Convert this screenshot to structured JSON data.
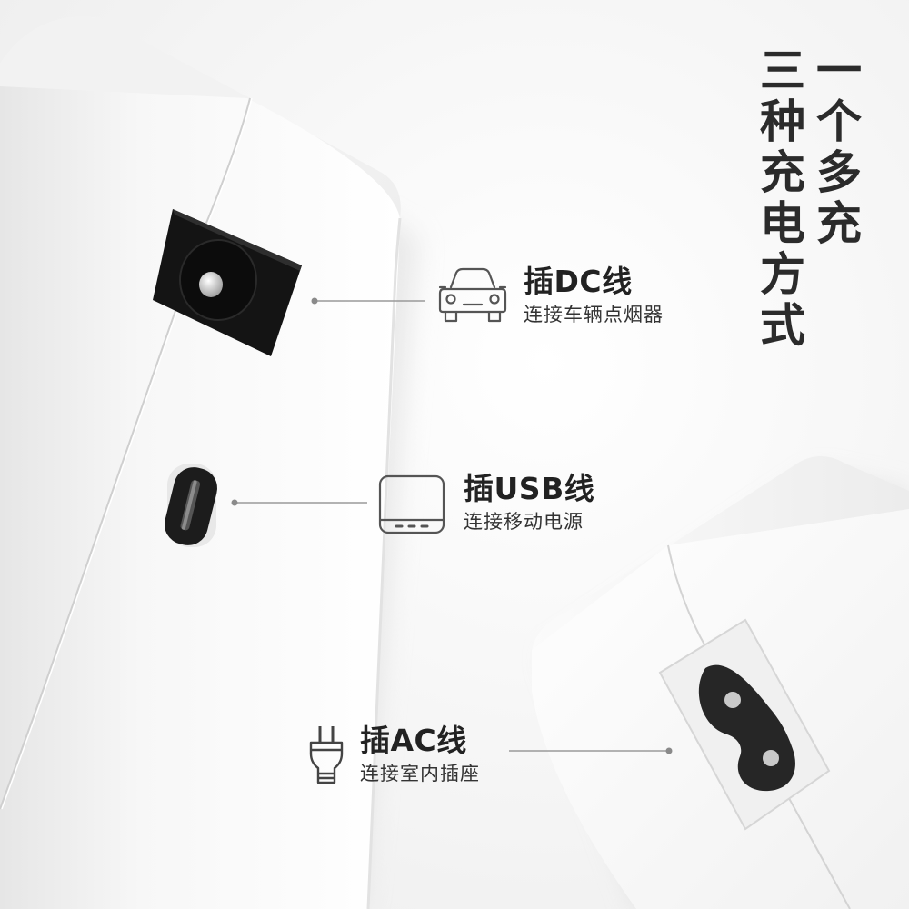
{
  "headline": {
    "column_1": [
      "一",
      "个",
      "多",
      "充"
    ],
    "column_2": [
      "三",
      "种",
      "充",
      "电",
      "方",
      "式"
    ]
  },
  "callouts": {
    "dc": {
      "title": "插DC线",
      "subtitle": "连接车辆点烟器",
      "icon": "car-icon"
    },
    "usb": {
      "title": "插USB线",
      "subtitle": "连接移动电源",
      "icon": "power-bank-icon"
    },
    "ac": {
      "title": "插AC线",
      "subtitle": "连接室内插座",
      "icon": "ac-plug-icon"
    }
  },
  "colors": {
    "device_body": "#ffffff",
    "port_black": "#1a1a1a",
    "text_dark": "#2b2b2b",
    "leader_line": "#9a9a9a"
  }
}
